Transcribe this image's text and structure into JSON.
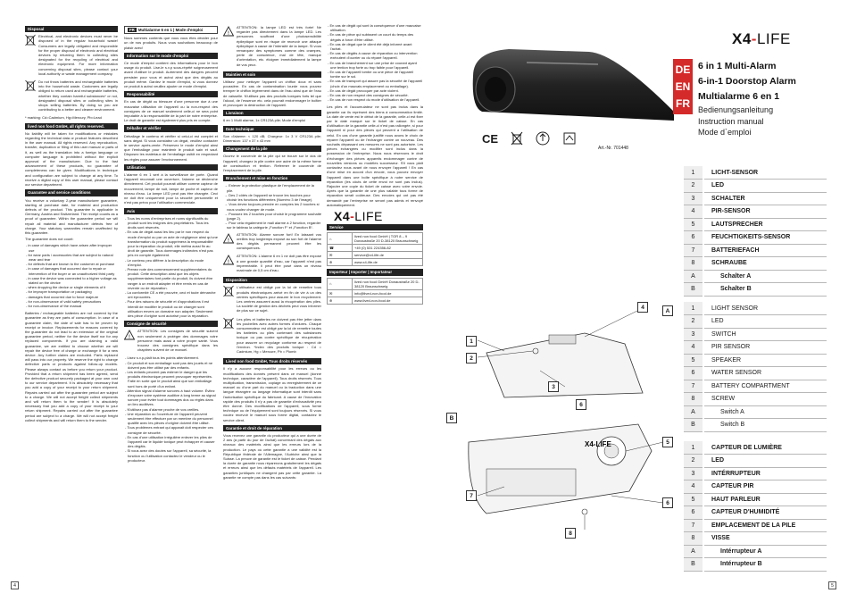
{
  "col1": {
    "disposal_head": "Disposal",
    "disposal_text_1": "Electrical- and electronic devices must never be disposed of in the regular household waste! Consumers are legally obligated and responsible for the proper disposal of electronic and electrical devices by returning them to collecting sites designated for the recycling of electrical and electronic equipment. For more information concerning disposal sites, please contact your local authority or waste management company.",
    "disposal_text_2": "Do not throw batteries and rechargeable batteries into the household waste. Customers are legally obliged to return used and rechargeable batteries, whether they contain harmful substances* or not, designated disposal sites or collecting sites in shops selling batteries. By doing so you are contributing to a better and cleaner environment.",
    "disposal_note": "* marking: Cd=Cadmium, Hg=Mercury, Pb=Lead",
    "rights_head": "lived non food GmbH, all rights reserved.",
    "rights_text": "No liability will be taken for modifications or mistakes regarding the technical data or product features described in the user manual. All rights reserved. Any reproduction, transfer, duplication or filing of this user manual or parts of it, as well as the translation into a foreign language or computer language is prohibited without the explicit approval of the manufacturer. Due to the fast advancement of these products, no guarantee of completeness can be given. Modifications in technique and configuration are subject to change at any time. To receive a digital copy of this user manual, please contact our service department.",
    "guarantee_head": "Guarantee and service conditions",
    "guarantee_text": "You receive a voluntary 2-year manufacturer guarantee, starting at purchase date, for material and production defects of the product. This guarantee is applicable in Germany, Austria and Switzerland. The receipt counts as a proof of guarantee. Within the guarantee period we will repair all material and manufacturer defects free of charge. Your statutory warranties remain unaffected by this guarantee.",
    "excl_intro": "The guarantee does not count:",
    "exclusions": [
      "- in case of damages which have arisen after improper use",
      "- for wear parts / accessories that are subject to natural wear and tear",
      "- for defects that are known to the customer at purchase",
      "- in case of damages that occurred due to repair or intervention of the buyer or an unauthorized third party",
      "- in case the device was connected to a higher voltage as stated on the device",
      "- when dropping the device or single elements of it",
      "- for improper transportation or packaging",
      "- damages that occurred due to force majeure",
      "- for non-observance of valid safety precautions",
      "- for non-observance of the manual"
    ],
    "battery_text": "Batteries / rechargeable batteries are not covered by the guarantee as they are parts of consumption. In case of a guarantee claim, the date of sale has to be proven by receipt or invoice. Replacements for reasons covered by the guarantee do not lead to an extension of the original guarantee period, neither for the device itself nor for any replaced components. If you are claiming a valid guarantee, we are entitled to choose whether we will repair the device free of charge or exchange it for a new device. Any further claims are excluded. Parts replaced will pass into our property. We reserve the right to change defective parts or products against follow-up models. Please always contact us before you return your product. Provided that a return shipment has been agreed, send the defective product securely packaged at your own cost to our service department. It is absolutely necessary that you add a copy of your receipt to your return shipment. Repairs carried out after the guarantee period are subject to a charge. We will not accept freight collect shipments and will return them to the sender! It is absolutely necessary that you add a copy of your receipt to your return shipment. Repairs carried out after the guarantee period are subject to a charge. We will not accept freight collect shipments and will return them to the sender."
  },
  "col2": {
    "fr_tag": "FR",
    "manual_head": "Multialarme 6 en 1 | Mode d'emploi",
    "intro": "Nous sommes contents que vous vous êtes décider pour un de nos produits. Nous vous souhaitons beaucoup de plaisir avec!",
    "info_head": "Information sur le mode d'emploi",
    "info_text": "Ce mode d'emploi contient des informations pour le bon usage du produit. Lise-le s.v.p sous-répété soigneusement avant d'utiliser le produit. Autrement des dangers peuvent persister pour vous et autrui ainsi que des dégâts au produit même. Gardez le mode d'emploi, si vous donnez ce produit à autrui veuillez ajouter ce mode d'emploi.",
    "resp_head": "Responsabilité",
    "resp_text": "En cas de dégât ou blessure d'une personne due à une mauvaise utilisation de l'appareil ou la non-respect des consignes de ce manuel seulement celle-ci ne sera point imputable à la responsabilité de la part de notre entreprise. Le droit de garantie est également plus pris en compte.",
    "unpack_head": "Déballer et vérifier",
    "unpack_text": "Déballage le contenu et vérifier si celui-ci est complet et sans dégat. Si vous constatez un dégat, veuillez contacter le service après-vente. Préservez le mode d'emploi ainsi que l'emballage pour maintenir le produit sain et sauf. Disposez les matériaux de l'emballage usitôt en respectant les règles pour assurer l'environnement.",
    "use_head": "Utilisation",
    "use_text": "L'alarme 6 en 1 sert à la surveillance de porte. Quand l'appareil reconnait une ouverture, l'alarme se déclenche directement. Cet produit pourrait utiliser comme capteur de mouvement, lampe de nuit, lampe de poche et capteur de niveau d'eau. La lampe LED peut pas être changée. Ceci ne doit être uniquement pour la sécurité personnelle et n'est pas prévu pour l'utilisation commerciale.",
    "safety_head": "Avis",
    "safety_items": [
      "- Tous les noms d'entreprises et noms significatifs du produit sont les insignes des propriétaires. Tous les droits sont réservés.",
      "- En cas de dégât aussi les lieu par le non respect du mode d'emploi ou par un acte de négligence ainsi qu'une transformation du produit supprimera la responsabilité pour la réparation du produit, elle mettra aussi fin au droit de garantie. Tous dommages indirectes n'est pas pris en compte également.",
      "- Le contenu peu différer à la description du mode d'emploi.",
      "- Prenez note des commencement supplémentaires du produit. Cette description ainsi que les objets supplémentaires font partie du produit, ils doivent être ranger à un endroit adapter et être remis en cas de revente ou de réparation.",
      "- La conformité CE a été prouvée, ceci et toute démarche ont éprouvées.",
      "- Pour des raisons de sécurité et d'approbations il est interdit de modifier le produit ou de changer sont utilisation envers un domaine non adapter. Seulement des pièce d'origine sont autorisé pour la réparation."
    ],
    "consignes_head": "Consigne de sécurité",
    "attention_1": "ATTENTION: Les consignes de sécurité suivent non seulement à protéger des dommages votre personne mais aussi à votre propre santé. Vous trouvez des consignes spécifique dans les chapitres suivent de ce manuel.",
    "consignes_items": [
      "- Lisez s.v.p-plaît tous les points attentivement.",
      "- Ce produit et son emballage sont pas des jouets et ne doivent pas être utilisé par des enfants.",
      "- Les enfants peuvent pas estimer le danger que les produits électronique peuvent provoquer représentés. Faite en sorte que le produit ainsi que son emballage sont hors de porté d'un enfant.",
      "- Attention signal d'alarme sonores à haut volume. Évitez d'exposer votre système auditive à long terme au signal sonore pour éviter tout dommages dus ou réglés dans un lieu auditives.",
      "- N'utilisez pas d'alarme proche de vos oreilles.",
      "- Une réparation ou l'ouverture de l'appareil peuvent seulement être effectuer par un membre du personnel qualifié avec les pièces d'origine doivent être utilisé.",
      "- Tous problèmes entrant qui apparait doit respecter ces consigne de sécurité.",
      "- En cas d'une utilisation irrégulière enlever les piles de l'appareil car le liquide toxique peut échapper et causer des dégâts.",
      "- Si vous avez des doutes sur l'appareil, sa sécurité, la fonction ou l'utilisation contactez le vendeur ou le producteur."
    ]
  },
  "col3": {
    "attention_lamp": "ATTENTION: la lampe LED est très forte! Ne regarder pas directement dans la lampe LED. Les personnes souffrant d'une photosensibilité épileptique sont en risque de recevoir une attaque épileptique à cause de l'intensité de la lampe. Si vous remarquez des symptomes comme des crampes, perte de conscience, mal de tête, manque d'orientation, etc. éloigner immédiatement la lampe de vos yeux.",
    "maint_head": "Maintien et soin",
    "maint_text": "Utilisez pour nettoyer l'appareil un chiffon doux et sans poussière. En cas de contamination lourde vous pouvez tremper le chiffon légèrement dans de l'eau ainsi que de l'eau de vaisselle. N'utilisez pas des produits toxiques forts tel que l'alcool, de l'essence etc. cela pourrait endommager le boîtier et provoquer la destruction de l'appareil.",
    "delivery_head": "Livraison",
    "delivery_text": "6 en 1 Multi alarme, 1x CR123A pile; Mode d'emploi",
    "tech_head": "Date technique",
    "tech_text": "Son d'alarme: < 120 dB; Chargeur: 1x 3 V CR123A pile; Dimension: 137 x 37 x 43 mm",
    "battery_head": "Changement de la pile",
    "battery_text": "Ouvrez le couvercle de la pile qui se trouve sur le dos de l'appareil, changez la pile contre une autre de la même forme de construction et tention. Refermer le couvercle de l'emplacement de la pile.",
    "install_head": "Branchement et mise en fonction",
    "install_items": [
      "→ Enlever la protection plastique de l'emplacement de la pile.",
      "→ Des 2 côtés de l'appareil se trouve les touches pour choisir les fonctions différentes (Numéro 3 de l'image).",
      "→ Vous devez toujours prendre en comptes les 2 touches si vous voulez changer de mode.",
      "→ Poussez les 2 touches pour choisir le programme souhaité (page 2).",
      "→ Pour cela régalement le mall alarme à 2 fonction, regarder sur le tableau la catégorie „Fonction F“ et „Fonction B“."
    ],
    "attention_2": "ATTENTION: Alarme sonore fort! En laissant vos oreilles trop longtemps exposé au son fort de l'alarme des dégâts permanent peuvent être les conséquences.",
    "attention_3": "ATTENTION: L'alarme 6 en 1 ne doit pas être exposé à une grande quantité d'eau, car l'appareil n'est pas imperméable. Il peut être posé dans un niveau maximale de 0,5 cm d'eau.",
    "disposition_head": "Disposition",
    "disposition_text": "L'utilisateur est obligé par la loi de remettre tous produits électroniques arrivé en fin de vie à un des centres spécifiques pour assurer le bon recyclement. Les centres assurent aussi la récupération des piles. La société de gestion des déchets peut vous informer de plus sur ce sujet.",
    "battery_disposal": "Les piles et batteries ne doivent pas être jetter dans les poubelles avec autres formes d'ordures. Chaque consommateur est obligé par la loi de remettre toutes les batteries ou piles contenant des substances toxique ou pas contre spécifique de récupération pour assurer un recyclage conforme au respect de l'environ. *Index des produits toxique : Cd = Cadmium, Hg = Mercure, Pb = Plomb",
    "rights_head": "Lived non food GmbH, Tous droits réservés",
    "rights_text": "Il n'y a aucune responsabilité pour les erreurs ou les modifications des donnés présent dans ce manuel (donné technique, caractère de l'appareil). Tous droits réservés. Tous multiplication, transmission, copiage ou enregistrement de ce manuel ou d'une part du manuel ou la traduction dans une langue étrangère ou langage informatique sont interdit sans l'autorisation spécifique du fabricant. A cause de l'innovation rapide des produits il n'y a pas de garantie d'exhaustivité peu être donné. Des modifications de l'appareil, sous forme technique ou de l'équipement sont toujours réservés. Si vous voulez recevoir le manuel sous forme digital, contactez le service client.",
    "garantie_head": "Garantie et droit de réparation",
    "garantie_text": "Vous recevez une garantie du producteur qui a une durée de 2 ans (à partir du jour de l'achat) concernant des dégats aux niveaux des matériels ainsi que les erreurs lors de la production. Le pays où cette garantie a une validité est la République fédérale de l'Allemagne, l'Autriche ainsi que la Suisse. La preuve de garantie est le ticket de caisse. Pendant la durée de garantie nous réparerons gratuitement les dégats et erreurs ainsi que les défauts matériels de l'appareil. Les garanties juridiques ne changent pas par cette garantie. La garantie ne compte pas dans les cas suivants:"
  },
  "col4": {
    "items_top": [
      "- En cas de dégât qui sont la conséquence d'une mauvaise utilisation.",
      "- En cas de pièce qui subissent un court du temps des dégats à force d'être utilisé.",
      "- En cas de dégat que le client été déjà informé avant l'achat.",
      "- En cas de dégâts à cause de réparation ou intervention exécutent d'ouvrier ou du réparé l'appareil.",
      "- En cas de branchement sur une prise de courant ayant une tention trop forte ou trop faible pour l'appareil.",
      "- En cas de l'appareil tombe ou une pièce de l'appareil tombe sur le sol.",
      "- En cas de transport qui assure pas la sécurité de l'appareil (choix d'un mauvais emplacement ou emballage).",
      "- En cas de dégât provoquer par acte violent.",
      "- En cas de non respect des consignes de sécurité.",
      "- En cas de non respect du mode d'utilisation de l'appareil."
    ],
    "battery_text": "Les piles et l'accumulateur ne sont pas inclus dans la garantie car ils représent des biens à consommation limité. La date de vente est le début de la garantie, celle-ci est fixer par le date marqué sur le ticket de caisse. En cas d'utilisation de la garantie celle-ci n'est pas rallongée, si pour l'appareil ni pour des pièces qui peuvent a l'utilisation de celui. En cas d'une garantie justifié nous avons le choix de réparer l'appareil ou de l'échanger contre un nouveau. Des souhaits dépassant ces mesures ne sont pas autorisée. Les pièces échangées ou modifier sont inclus dans la possession de l'entreprise. Nous nous réservons le droit d'échanger des pièces appareils endommager contre de nouvelles versions ou modèles successeur. S'il vous plaît contactez nous avant de nous envoyer l'appareil ! En cas d'une mise en accord d'un envoie, vous pouvez envoyer l'appareil dans une boîte spécifique à notre service de réparation (les côuts de cette envoi ne sont pas inclus). Rajouter une copie du ticket de caisse avec votre envoie. Après que la garantie de une plus valable tous forme de réparation serait coûteuse. Des envoies qui ont pas été demandé par l'entreprise ne seront pas admis et renvoyé automatiquement.",
    "service_head": "Service",
    "service_rows": [
      {
        "k": "",
        "v": "lived non food GmbH | TOR 8 – 9 Donaustraße 20 D-38120 Braunschweig"
      },
      {
        "k": "",
        "v": "+49 (0) 531 224356-82"
      },
      {
        "k": "",
        "v": "service@x4-life.de"
      },
      {
        "k": "",
        "v": "www.x4-life.de"
      }
    ],
    "importer_head": "Importeur | Importer | Importateur",
    "importer_rows": [
      {
        "k": "",
        "v": "lived non food GmbH Donaustraße 20 D-38120 Braunschweig"
      },
      {
        "k": "",
        "v": "info@lived-non-food.de"
      },
      {
        "k": "",
        "v": "www.lived-non-food.de"
      }
    ]
  },
  "brand": {
    "x4": "X4",
    "dash": "-",
    "life": "LIFE"
  },
  "langs": [
    "DE",
    "EN",
    "FR"
  ],
  "titles": {
    "de": "6 in 1 Multi-Alarm",
    "en": "6-in-1 Doorstop Alarm",
    "fr": "Multialarme 6 en 1",
    "sub_de": "Bedienungsanleitung",
    "sub_en": "Instruction manual",
    "sub_fr": "Mode d`emploi"
  },
  "marks": {
    "ce": "CE",
    "art": "Art.-Nr. 701448"
  },
  "parts_de": [
    {
      "n": "1",
      "label": "LICHT-SENSOR"
    },
    {
      "n": "2",
      "label": "LED"
    },
    {
      "n": "3",
      "label": "SCHALTER"
    },
    {
      "n": "4",
      "label": "PIR-SENSOR"
    },
    {
      "n": "5",
      "label": "LAUTSPRECHER"
    },
    {
      "n": "6",
      "label": "FEUCHTIGKEITS-SENSOR"
    },
    {
      "n": "7",
      "label": "BATTERIEFACH"
    },
    {
      "n": "8",
      "label": "SCHRAUBE"
    },
    {
      "n": "A",
      "label": "Schalter A",
      "sub": true
    },
    {
      "n": "B",
      "label": "Schalter B",
      "sub": true
    }
  ],
  "parts_en": [
    {
      "n": "1",
      "label": "LIGHT SENSOR"
    },
    {
      "n": "2",
      "label": "LED"
    },
    {
      "n": "3",
      "label": "SWITCH"
    },
    {
      "n": "4",
      "label": "PIR SENSOR"
    },
    {
      "n": "5",
      "label": "SPEAKER"
    },
    {
      "n": "6",
      "label": "WATER SENSOR"
    },
    {
      "n": "7",
      "label": "BATTERY COMPARTMENT"
    },
    {
      "n": "8",
      "label": "SCREW"
    },
    {
      "n": "A",
      "label": "Switch A",
      "sub": true
    },
    {
      "n": "B",
      "label": "Switch B",
      "sub": true
    }
  ],
  "parts_fr": [
    {
      "n": "1",
      "label": "CAPTEUR DE LUMIÈRE"
    },
    {
      "n": "2",
      "label": "LED"
    },
    {
      "n": "3",
      "label": "INTÉRRUPTEUR"
    },
    {
      "n": "4",
      "label": "CAPTEUR PIR"
    },
    {
      "n": "5",
      "label": "HAUT PARLEUR"
    },
    {
      "n": "6",
      "label": "CAPTEUR D'HUMIDITÉ"
    },
    {
      "n": "7",
      "label": "EMPLACEMENT DE LA PILE"
    },
    {
      "n": "8",
      "label": "VISSE"
    },
    {
      "n": "A",
      "label": "Intérrupteur A",
      "sub": true
    },
    {
      "n": "B",
      "label": "Intérrupteur B",
      "sub": true
    }
  ],
  "callouts": {
    "A": "A",
    "B": "B",
    "c1": "1",
    "c2": "2",
    "c3": "3",
    "c4": "4",
    "c5": "5",
    "c6": "6",
    "c7": "7",
    "c8": "8",
    "c6b": "6"
  },
  "pages": {
    "left": "4",
    "right": "5"
  },
  "colors": {
    "accent": "#d42a2a",
    "dark": "#222222"
  }
}
